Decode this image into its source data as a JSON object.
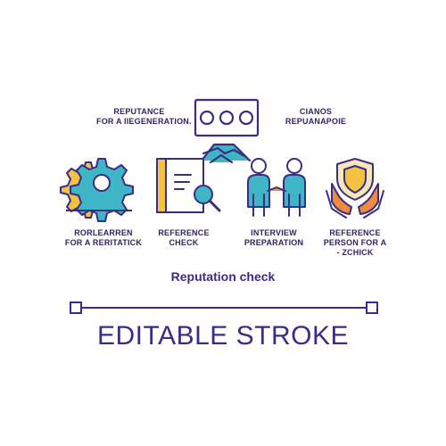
{
  "labels": {
    "top_left": {
      "line1": "REPUTANCE",
      "line2": "FOR A IIEGENERATION."
    },
    "top_right": {
      "line1": "CIANOS",
      "line2": "REPUANAPOIE"
    },
    "gear": {
      "line1": "RORLEARREN",
      "line2": "FOR A RERITATICK"
    },
    "reference_check": {
      "line1": "REFERENCE",
      "line2": "CHECK"
    },
    "interview": {
      "line1": "INTERVIEW",
      "line2": "PREPARATION"
    },
    "reference_person": {
      "line1": "REFERENCE",
      "line2": "PERSON FOR A",
      "line3": "- ZCHICK"
    }
  },
  "title": "Reputation check",
  "footer": "EDITABLE STROKE",
  "colors": {
    "outline": "#3b2d86",
    "yellow": "#f4c243",
    "teal": "#3fb6c6",
    "orange": "#f08a3c",
    "light": "#f6e6b8"
  },
  "icons": [
    "group-handshake-icon",
    "gear-icon",
    "document-magnifier-icon",
    "two-people-handshake-icon",
    "hands-shield-icon"
  ]
}
